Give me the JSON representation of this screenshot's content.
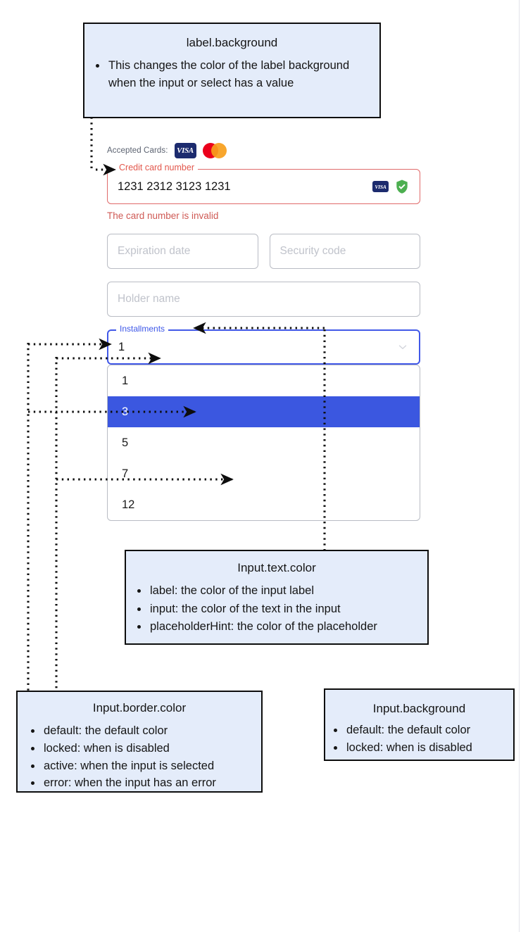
{
  "callouts": [
    {
      "id": "label-background",
      "title": "label.background",
      "items": [
        "This changes the color of the label background when the input or select has a value"
      ]
    },
    {
      "id": "input-text-color",
      "title": "Input.text.color",
      "items": [
        "label: the color of the input label",
        "input: the color of the text in the input",
        "placeholderHint: the color of the placeholder"
      ]
    },
    {
      "id": "input-border-color",
      "title": "Input.border.color",
      "items": [
        "default: the default color",
        "locked: when is disabled",
        "active: when the input is selected",
        "error: when the input has an error"
      ]
    },
    {
      "id": "input-background",
      "title": "Input.background",
      "items": [
        "default: the default color",
        "locked: when is disabled"
      ]
    }
  ],
  "form": {
    "accepted_cards": {
      "label": "Accepted Cards:",
      "brands": [
        "visa-logo-icon",
        "mastercard-logo-icon"
      ],
      "visa_text": "VISA"
    },
    "card_number": {
      "legend": "Credit card number",
      "value": "1231 2312 3123 1231",
      "error": "The card number is invalid",
      "brand_icon": "visa-logo-icon",
      "brand_text": "VISA",
      "status_icon": "shield-check-icon"
    },
    "expiration": {
      "placeholder": "Expiration date",
      "value": ""
    },
    "security": {
      "placeholder": "Security code",
      "value": ""
    },
    "holder": {
      "placeholder": "Holder name",
      "value": ""
    },
    "installments": {
      "legend": "Installments",
      "value": "1",
      "chevron": "chevron-down-icon",
      "options": [
        "1",
        "3",
        "5",
        "7",
        "12"
      ],
      "selected_index": 1
    }
  },
  "colors": {
    "callout_bg": "#e4ecfa",
    "callout_border": "#0d0d0d",
    "error": "#e2574c",
    "active": "#3d57e8",
    "select_highlight": "#3b57e0",
    "default_border": "#b9bcc4",
    "placeholder": "#c0c3cb",
    "visa_navy": "#1c2b6e",
    "mc_red": "#eb001b",
    "mc_orange": "#f79e1b",
    "shield_green": "#4caf50"
  }
}
